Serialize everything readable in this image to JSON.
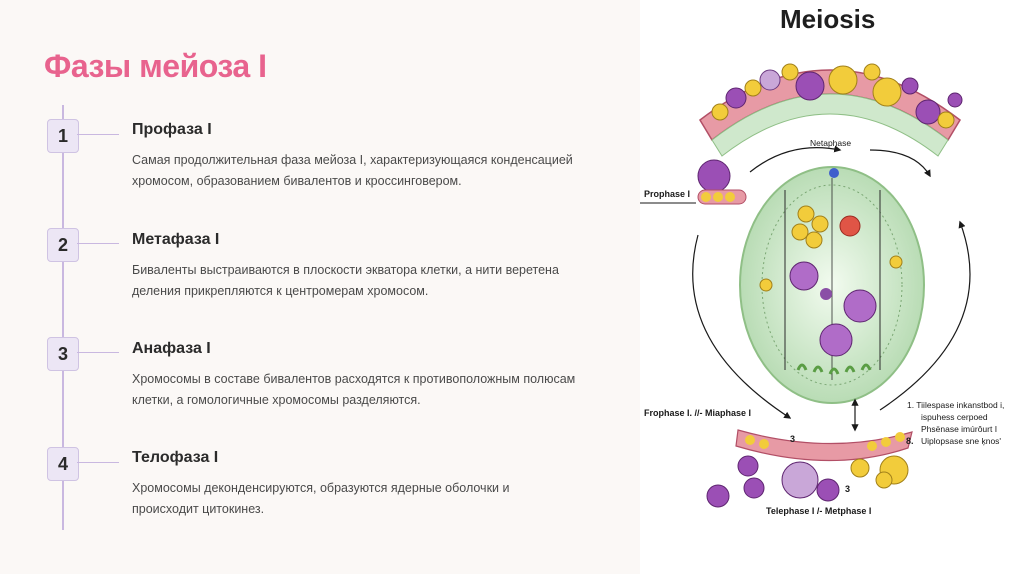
{
  "slide": {
    "title": "Фазы мейоза I",
    "steps": [
      {
        "number": "1",
        "title": "Профаза I",
        "description_line1": "Самая продолжительная фаза мейоза I, характеризующаяся конденсацией",
        "description_line2": "хромосом, образованием бивалентов и кроссинговером."
      },
      {
        "number": "2",
        "title": "Метафаза I",
        "description_line1": "Биваленты выстраиваются в плоскости экватора клетки, а нити веретена",
        "description_line2": "деления прикрепляются к центромерам хромосом."
      },
      {
        "number": "3",
        "title": "Анафаза I",
        "description_line1": "Хромосомы в составе бивалентов расходятся к противоположным полюсам",
        "description_line2": "клетки, а гомологичные хромосомы разделяются."
      },
      {
        "number": "4",
        "title": "Телофаза I",
        "description_line1": "Хромосомы деконденсируются, образуются ядерные оболочки и",
        "description_line2": "происходит цитокинез."
      }
    ]
  },
  "diagram": {
    "title": "Meiosis",
    "label_netaphase": "Netaphase",
    "label_prophase": "Prophase I",
    "label_trophase": "Frophase I. //- Miaphase I",
    "label_telephase": "Telephase I /- Metphase I",
    "label_3a": "3",
    "label_3b": "3",
    "label_8": "8.",
    "note_lines": [
      "1.  Tiilespase inkanstbod i,",
      "ispuhess cerpoed",
      "Phsënase imúrôurt I",
      "Uiplopsase sne ķnos'"
    ]
  },
  "colors": {
    "title_pink": "#e8638e",
    "timeline_purple": "#c9b8e0",
    "cell_green": "#cfe8cc",
    "chromosome_purple": "#9b4fb5",
    "chromosome_yellow": "#f2cc3b",
    "membrane_pink": "#e07a8a"
  }
}
